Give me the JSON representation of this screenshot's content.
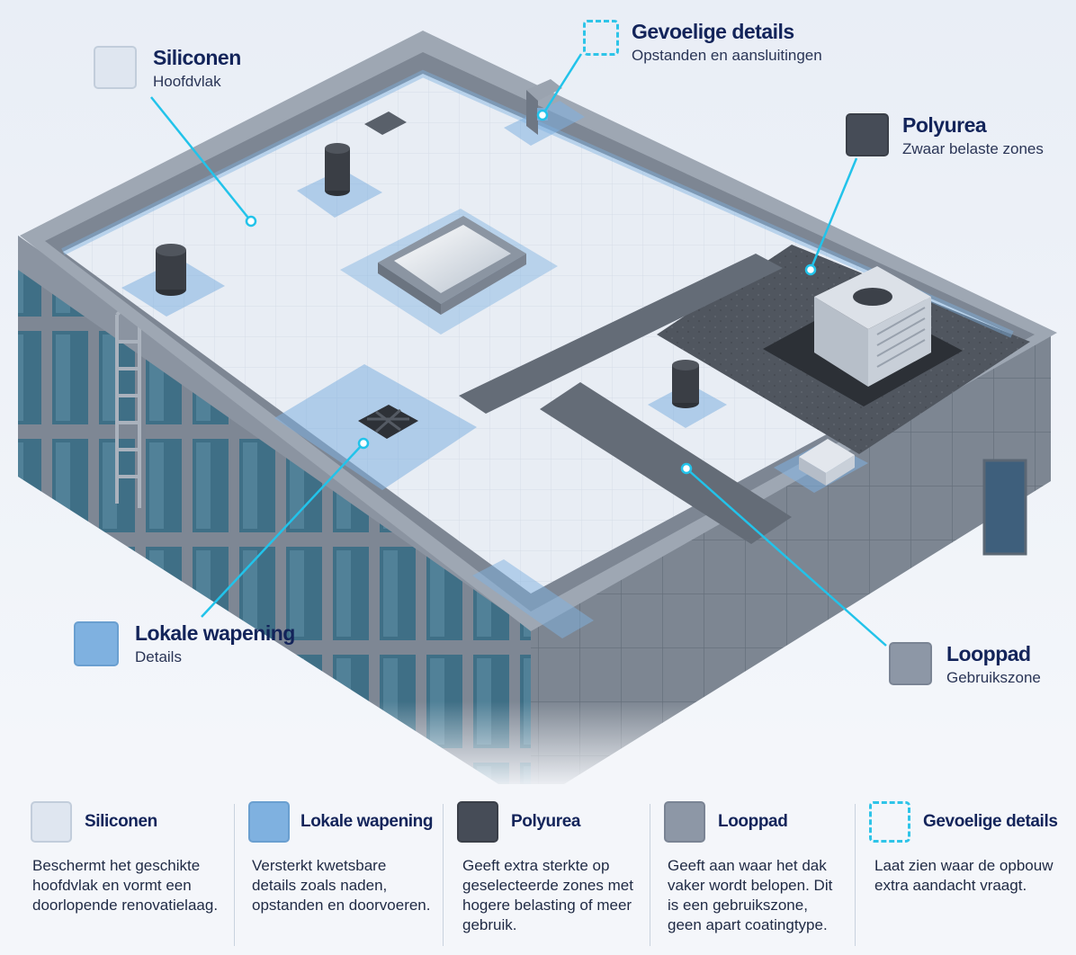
{
  "callouts": {
    "siliconen": {
      "title": "Siliconen",
      "subtitle": "Hoofdvlak"
    },
    "gevoelige": {
      "title": "Gevoelige details",
      "subtitle": "Opstanden en aansluitingen"
    },
    "polyurea": {
      "title": "Polyurea",
      "subtitle": "Zwaar belaste zones"
    },
    "wapening": {
      "title": "Lokale wapening",
      "subtitle": "Details"
    },
    "looppad": {
      "title": "Looppad",
      "subtitle": "Gebruikszone"
    }
  },
  "legend": [
    {
      "title": "Siliconen",
      "swatch": "silicone",
      "description": "Beschermt het geschikte hoofdvlak en vormt een doorlopende renovatielaag."
    },
    {
      "title": "Lokale wapening",
      "swatch": "wapening",
      "description": "Versterkt kwetsbare details zoals naden, opstanden en doorvoeren."
    },
    {
      "title": "Polyurea",
      "swatch": "polyurea",
      "description": "Geeft extra sterkte op geselecteerde zones met hogere belasting of meer gebruik."
    },
    {
      "title": "Looppad",
      "swatch": "looppad",
      "description": "Geeft aan waar het dak vaker wordt belopen. Dit is een gebruikszone, geen apart coatingtype."
    },
    {
      "title": "Gevoelige details",
      "swatch": "detail",
      "description": "Laat zien waar de opbouw extra aandacht vraagt."
    }
  ],
  "colors": {
    "silicone": "#dfe6f0",
    "wapening": "#7fb1e0",
    "polyurea": "#464c57",
    "looppad": "#8d97a6",
    "detail": "#2ec4e8",
    "title_text": "#13245a",
    "leader_line": "#22c3ea"
  }
}
